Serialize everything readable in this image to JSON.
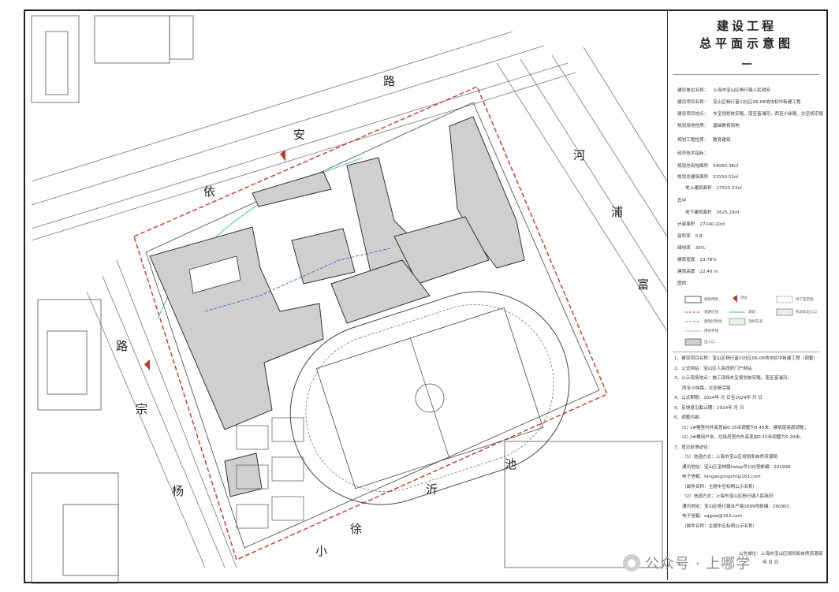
{
  "panel": {
    "title_line1": "建设工程",
    "title_line2": "总平面示意图",
    "title_line3": "一",
    "rows": [
      {
        "label": "建设单位名称：",
        "value": "上海市宝山区杨行镇人民政府"
      },
      {
        "label": "建设项目名称：",
        "value": "宝山区杨行富川社区06-06地块初中新建工程"
      },
      {
        "label": "建设项目地点：",
        "value": "东至规划依安路，南至富浦河，西至小徐路，北至杨宗路"
      },
      {
        "label": "规划用地性质：",
        "value": "基础教育用地"
      },
      {
        "label": "规划工程性质：",
        "value": "教育建筑"
      },
      {
        "label": "经济技术指标：",
        "value": ""
      },
      {
        "label": "规划总用地面积",
        "value": "34060.38㎡"
      },
      {
        "label": "规划总建筑面积",
        "value": "33150.52㎡"
      },
      {
        "label": "地上建筑面积",
        "value": "27525.23㎡"
      },
      {
        "label": "其中",
        "value": ""
      },
      {
        "label": "地下建筑面积",
        "value": "5625.29㎡"
      },
      {
        "label": "计容面积",
        "value": "27240.20㎡"
      },
      {
        "label": "容积率",
        "value": "0.8"
      },
      {
        "label": "绿地率",
        "value": "35%"
      },
      {
        "label": "建筑密度",
        "value": "23.78%"
      },
      {
        "label": "建筑高度",
        "value": "22.40 m"
      },
      {
        "label": "图例：",
        "value": ""
      }
    ],
    "notes": [
      "1、建设项目名称：宝山区杨行富川社区06-06地块初中新建工程（调整）",
      "2、公式网站：宝山区人民政府门户网站",
      "3、公示现场地点：施工现场东至规划依安路，南至富浦河，",
      "西至小徐路，北至杨宗路",
      "4、公式期限：2024年    月    日至2024年    月    日",
      "5、反馈意见截止期：2024年    月    日",
      "6、调整内容：",
      "(1) 1#楼室内外高差由0.15米调整为0.45米，建筑层高度调整；",
      "(2) 2#楼用户说，垃圾房室内外高差由0.15米调整为0.20米。",
      "7、意见反馈途径：",
      "（1）信函方式：上海市宝山区规划和自然资源局",
      "通讯地址：宝山区宝林路today号105室邮编：201999",
      "电子信箱：fangangongshi@163.com",
      "（邮件名称：主题中应标明公示名称）",
      "（2）信函方式：上海市宝山区杨行镇人民政府",
      "通讯地址：宝山区杨行镇水产路2699号邮编：200901",
      "电子信箱：sqgaw@163.com",
      "（邮件名称：主题中应标明公示名称）",
      "公告单位：上海市宝山区规划和自然资源局",
      "年    月    日"
    ],
    "legend_items": [
      "规划用地",
      "道路红线",
      "建筑控制线",
      "用地界线",
      "出入口",
      "绿化",
      "建筑",
      "消防车道",
      "地下室范围",
      "机动车出入口"
    ]
  },
  "roads": {
    "north": [
      "路",
      "安",
      "依"
    ],
    "west": [
      "路",
      "宗",
      "杨"
    ],
    "south": [
      "小",
      "徐",
      "沂",
      "池"
    ],
    "east": [
      "河",
      "浦",
      "富"
    ]
  },
  "watermark": "公众号 · 上哪学",
  "colors": {
    "building": "#cfcfcf",
    "redline": "#c0392b",
    "cyan": "#3fb3b8",
    "blue": "#3b4fc4",
    "line": "#333333"
  }
}
